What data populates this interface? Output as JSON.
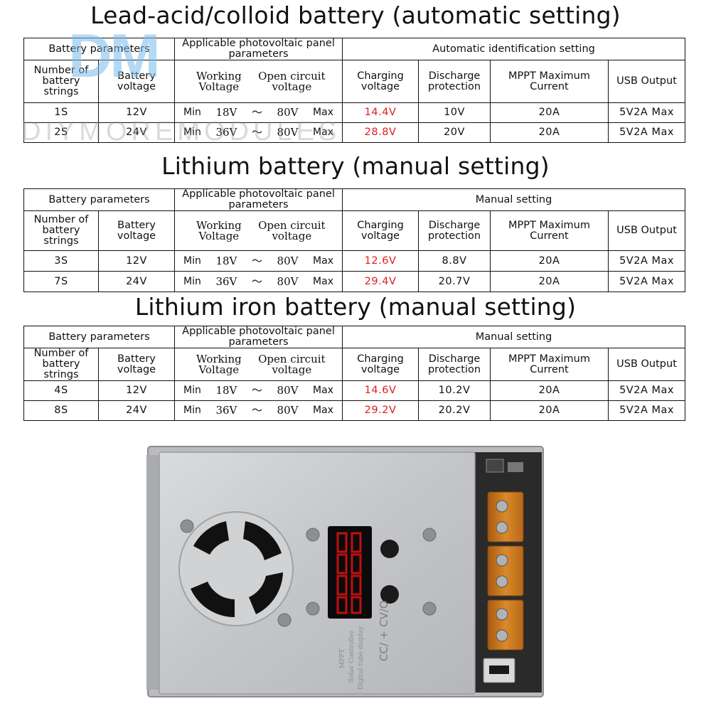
{
  "watermark": {
    "brand_letters": "DM",
    "brand_text": "DIYMOREMODULES"
  },
  "sections": [
    {
      "title": "Lead-acid/colloid battery (automatic setting)",
      "group_battery": "Battery parameters",
      "group_pv": "Applicable photovoltaic panel parameters",
      "group_setting": "Automatic identification setting",
      "headers": [
        "Number of battery strings",
        "Battery voltage",
        "Working Voltage",
        "Open circuit voltage",
        "Charging voltage",
        "Discharge protection",
        "MPPT Maximum Current",
        "USB Output"
      ],
      "rows": [
        {
          "strings": "1S",
          "battery_voltage": "12V",
          "min_label": "Min",
          "working": "18V",
          "sep": "～",
          "open": "80V",
          "max_label": "Max",
          "charging": "14.4V",
          "discharge": "10V",
          "mppt": "20A",
          "usb": "5V2A Max"
        },
        {
          "strings": "2S",
          "battery_voltage": "24V",
          "min_label": "Min",
          "working": "36V",
          "sep": "～",
          "open": "80V",
          "max_label": "Max",
          "charging": "28.8V",
          "discharge": "20V",
          "mppt": "20A",
          "usb": "5V2A Max"
        }
      ]
    },
    {
      "title": "Lithium battery (manual setting)",
      "group_battery": "Battery parameters",
      "group_pv": "Applicable photovoltaic panel parameters",
      "group_setting": "Manual setting",
      "headers": [
        "Number of battery strings",
        "Battery voltage",
        "Working Voltage",
        "Open circuit voltage",
        "Charging voltage",
        "Discharge protection",
        "MPPT Maximum Current",
        "USB Output"
      ],
      "rows": [
        {
          "strings": "3S",
          "battery_voltage": "12V",
          "min_label": "Min",
          "working": "18V",
          "sep": "～",
          "open": "80V",
          "max_label": "Max",
          "charging": "12.6V",
          "discharge": "8.8V",
          "mppt": "20A",
          "usb": "5V2A Max"
        },
        {
          "strings": "7S",
          "battery_voltage": "24V",
          "min_label": "Min",
          "working": "36V",
          "sep": "～",
          "open": "80V",
          "max_label": "Max",
          "charging": "29.4V",
          "discharge": "20.7V",
          "mppt": "20A",
          "usb": "5V2A Max"
        }
      ]
    },
    {
      "title": "Lithium iron battery (manual setting)",
      "group_battery": "Battery parameters",
      "group_pv": "Applicable photovoltaic panel parameters",
      "group_setting": "Manual setting",
      "headers": [
        "Number of battery strings",
        "Battery voltage",
        "Working Voltage",
        "Open circuit voltage",
        "Charging voltage",
        "Discharge protection",
        "MPPT Maximum Current",
        "USB Output"
      ],
      "rows": [
        {
          "strings": "4S",
          "battery_voltage": "12V",
          "min_label": "Min",
          "working": "18V",
          "sep": "～",
          "open": "80V",
          "max_label": "Max",
          "charging": "14.6V",
          "discharge": "10.2V",
          "mppt": "20A",
          "usb": "5V2A Max"
        },
        {
          "strings": "8S",
          "battery_voltage": "24V",
          "min_label": "Min",
          "working": "36V",
          "sep": "～",
          "open": "80V",
          "max_label": "Max",
          "charging": "29.2V",
          "discharge": "20.2V",
          "mppt": "20A",
          "usb": "5V2A Max"
        }
      ]
    }
  ],
  "device": {
    "side_label": "CC/ + CV/O",
    "front_label_lines": [
      "MPPT",
      "Solar Controller",
      "Digital tube display"
    ]
  },
  "colors": {
    "charging_value": "#e01c1c",
    "housing": "#c9cbcd",
    "terminal": "#c8761a",
    "display_digits": "#e01010"
  }
}
